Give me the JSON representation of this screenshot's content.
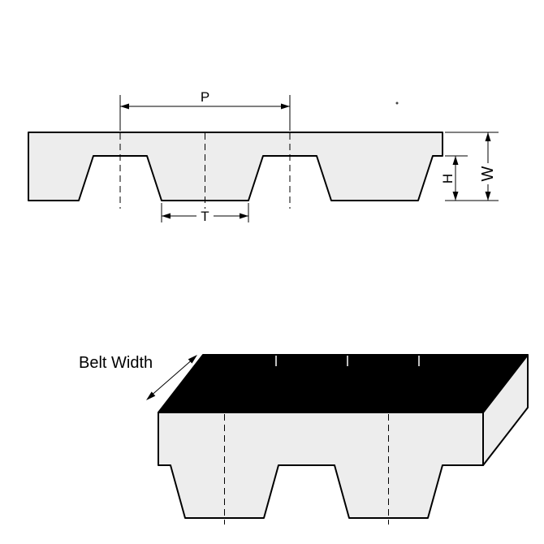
{
  "colors": {
    "background": "#ffffff",
    "outline": "#000000",
    "belt_fill": "#ededed",
    "top_surface": "#000000"
  },
  "cross_section": {
    "pitch_label": "P",
    "tooth_width_label": "T",
    "tooth_height_label": "H",
    "belt_thickness_label": "W"
  },
  "perspective": {
    "belt_width_label": "Belt Width"
  }
}
